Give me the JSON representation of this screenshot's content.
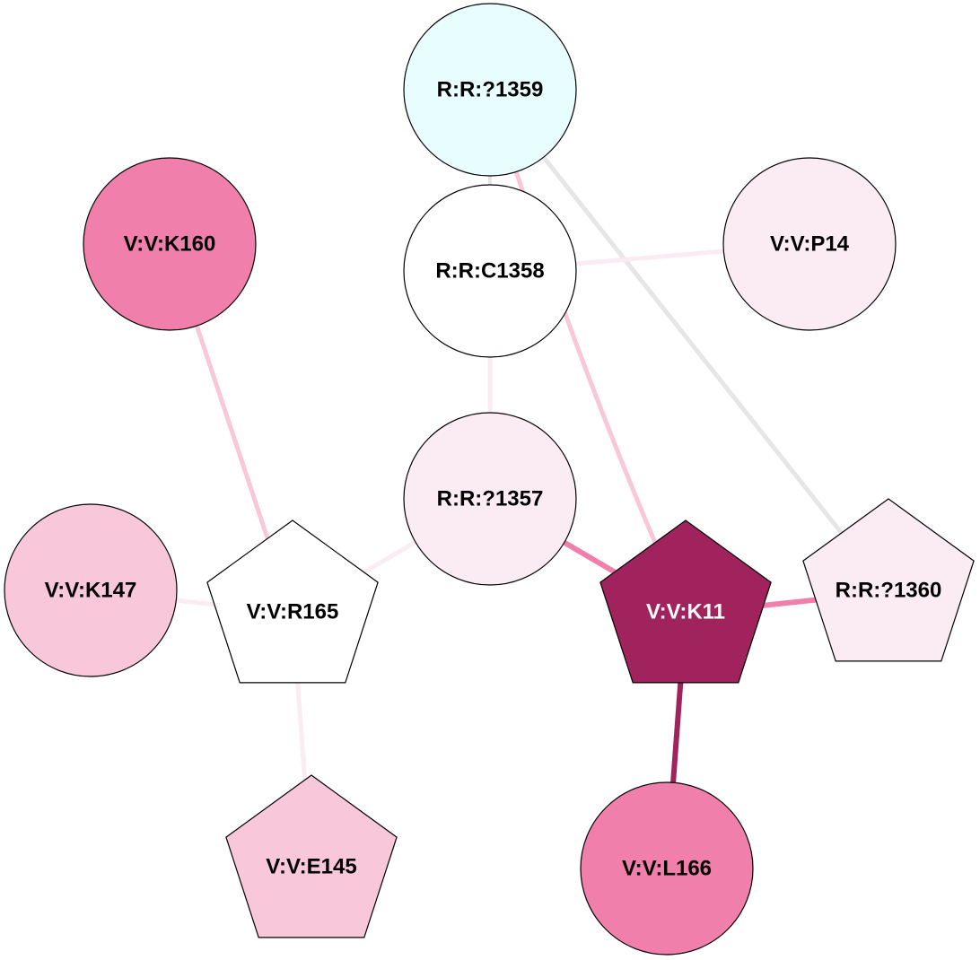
{
  "nodes": [
    {
      "id": "R:R:?1359",
      "label": "R:R:?1359",
      "shape": "circle",
      "fill": "#e8fefe",
      "text_color": "#000000"
    },
    {
      "id": "R:R:C1358",
      "label": "R:R:C1358",
      "shape": "circle",
      "fill": "#ffffff",
      "text_color": "#000000"
    },
    {
      "id": "V:V:P14",
      "label": "V:V:P14",
      "shape": "circle",
      "fill": "#fbebf2",
      "text_color": "#000000"
    },
    {
      "id": "V:V:K160",
      "label": "V:V:K160",
      "shape": "circle",
      "fill": "#f07fab",
      "text_color": "#000000"
    },
    {
      "id": "R:R:?1357",
      "label": "R:R:?1357",
      "shape": "circle",
      "fill": "#fbebf2",
      "text_color": "#000000"
    },
    {
      "id": "V:V:K147",
      "label": "V:V:K147",
      "shape": "circle",
      "fill": "#f9c7da",
      "text_color": "#000000"
    },
    {
      "id": "V:V:R165",
      "label": "V:V:R165",
      "shape": "pentagon",
      "fill": "#ffffff",
      "text_color": "#000000"
    },
    {
      "id": "V:V:K11",
      "label": "V:V:K11",
      "shape": "pentagon",
      "fill": "#a0235d",
      "text_color": "#ffffff"
    },
    {
      "id": "R:R:?1360",
      "label": "R:R:?1360",
      "shape": "pentagon",
      "fill": "#fbebf2",
      "text_color": "#000000"
    },
    {
      "id": "V:V:E145",
      "label": "V:V:E145",
      "shape": "pentagon",
      "fill": "#f9c7da",
      "text_color": "#000000"
    },
    {
      "id": "V:V:L166",
      "label": "V:V:L166",
      "shape": "circle",
      "fill": "#f07fab",
      "text_color": "#000000"
    }
  ],
  "edges": [
    {
      "source": "R:R:?1359",
      "target": "R:R:C1358",
      "color": "#e6e6e6",
      "weight": "thin"
    },
    {
      "source": "R:R:?1359",
      "target": "V:V:K11",
      "color": "#f9c7da",
      "weight": "medium"
    },
    {
      "source": "R:R:?1359",
      "target": "R:R:?1360",
      "color": "#e6e6e6",
      "weight": "medium"
    },
    {
      "source": "R:R:C1358",
      "target": "V:V:P14",
      "color": "#fbebf2",
      "weight": "medium"
    },
    {
      "source": "R:R:C1358",
      "target": "R:R:?1357",
      "color": "#fbebf2",
      "weight": "medium"
    },
    {
      "source": "V:V:K160",
      "target": "V:V:R165",
      "color": "#f9c7da",
      "weight": "medium"
    },
    {
      "source": "R:R:?1357",
      "target": "V:V:R165",
      "color": "#fbebf2",
      "weight": "medium"
    },
    {
      "source": "R:R:?1357",
      "target": "V:V:K11",
      "color": "#f07fab",
      "weight": "thick"
    },
    {
      "source": "V:V:K147",
      "target": "V:V:R165",
      "color": "#fbebf2",
      "weight": "medium"
    },
    {
      "source": "V:V:R165",
      "target": "V:V:E145",
      "color": "#fbebf2",
      "weight": "medium"
    },
    {
      "source": "V:V:K11",
      "target": "R:R:?1360",
      "color": "#f07fab",
      "weight": "thick"
    },
    {
      "source": "V:V:K11",
      "target": "V:V:L166",
      "color": "#a0235d",
      "weight": "thick"
    }
  ]
}
